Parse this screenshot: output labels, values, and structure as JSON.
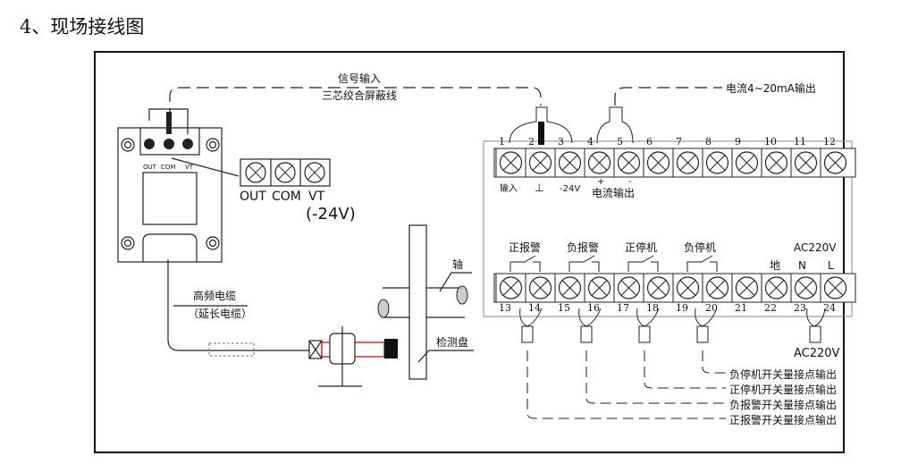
{
  "heading": "4、现场接线图",
  "signal_cable": {
    "title": "信号输入",
    "subtitle": "三芯绞合屏蔽线"
  },
  "current_output_label": "电流4~20mA输出",
  "sensor_box": {
    "small_labels": [
      "OUT",
      "COM",
      "VT"
    ],
    "terminal_labels": [
      "OUT",
      "COM",
      "VT"
    ],
    "vt_note": "(-24V)"
  },
  "cable_label": {
    "line1": "高频电缆",
    "line2": "（延长电缆）"
  },
  "shaft_label": "轴",
  "disc_label": "检测盘",
  "top_terminals": [
    "1",
    "2",
    "3",
    "4",
    "5",
    "6",
    "7",
    "8",
    "9",
    "10",
    "11",
    "12"
  ],
  "top_terminal_notes": {
    "input": "输入",
    "ground": "⊥",
    "neg24": "-24V",
    "plus": "+",
    "minus": "-",
    "current_out": "电流输出"
  },
  "bottom_terminals": [
    "13",
    "14",
    "15",
    "16",
    "17",
    "18",
    "19",
    "20",
    "21",
    "22",
    "23",
    "24"
  ],
  "relay_labels": [
    "正报警",
    "负报警",
    "正停机",
    "负停机"
  ],
  "power_labels": {
    "title": "AC220V",
    "earth": "地",
    "n": "N",
    "l": "L",
    "below": "AC220V"
  },
  "outputs": [
    "负停机开关量接点输出",
    "正停机开关量接点输出",
    "负报警开关量接点输出",
    "正报警开关量接点输出"
  ]
}
